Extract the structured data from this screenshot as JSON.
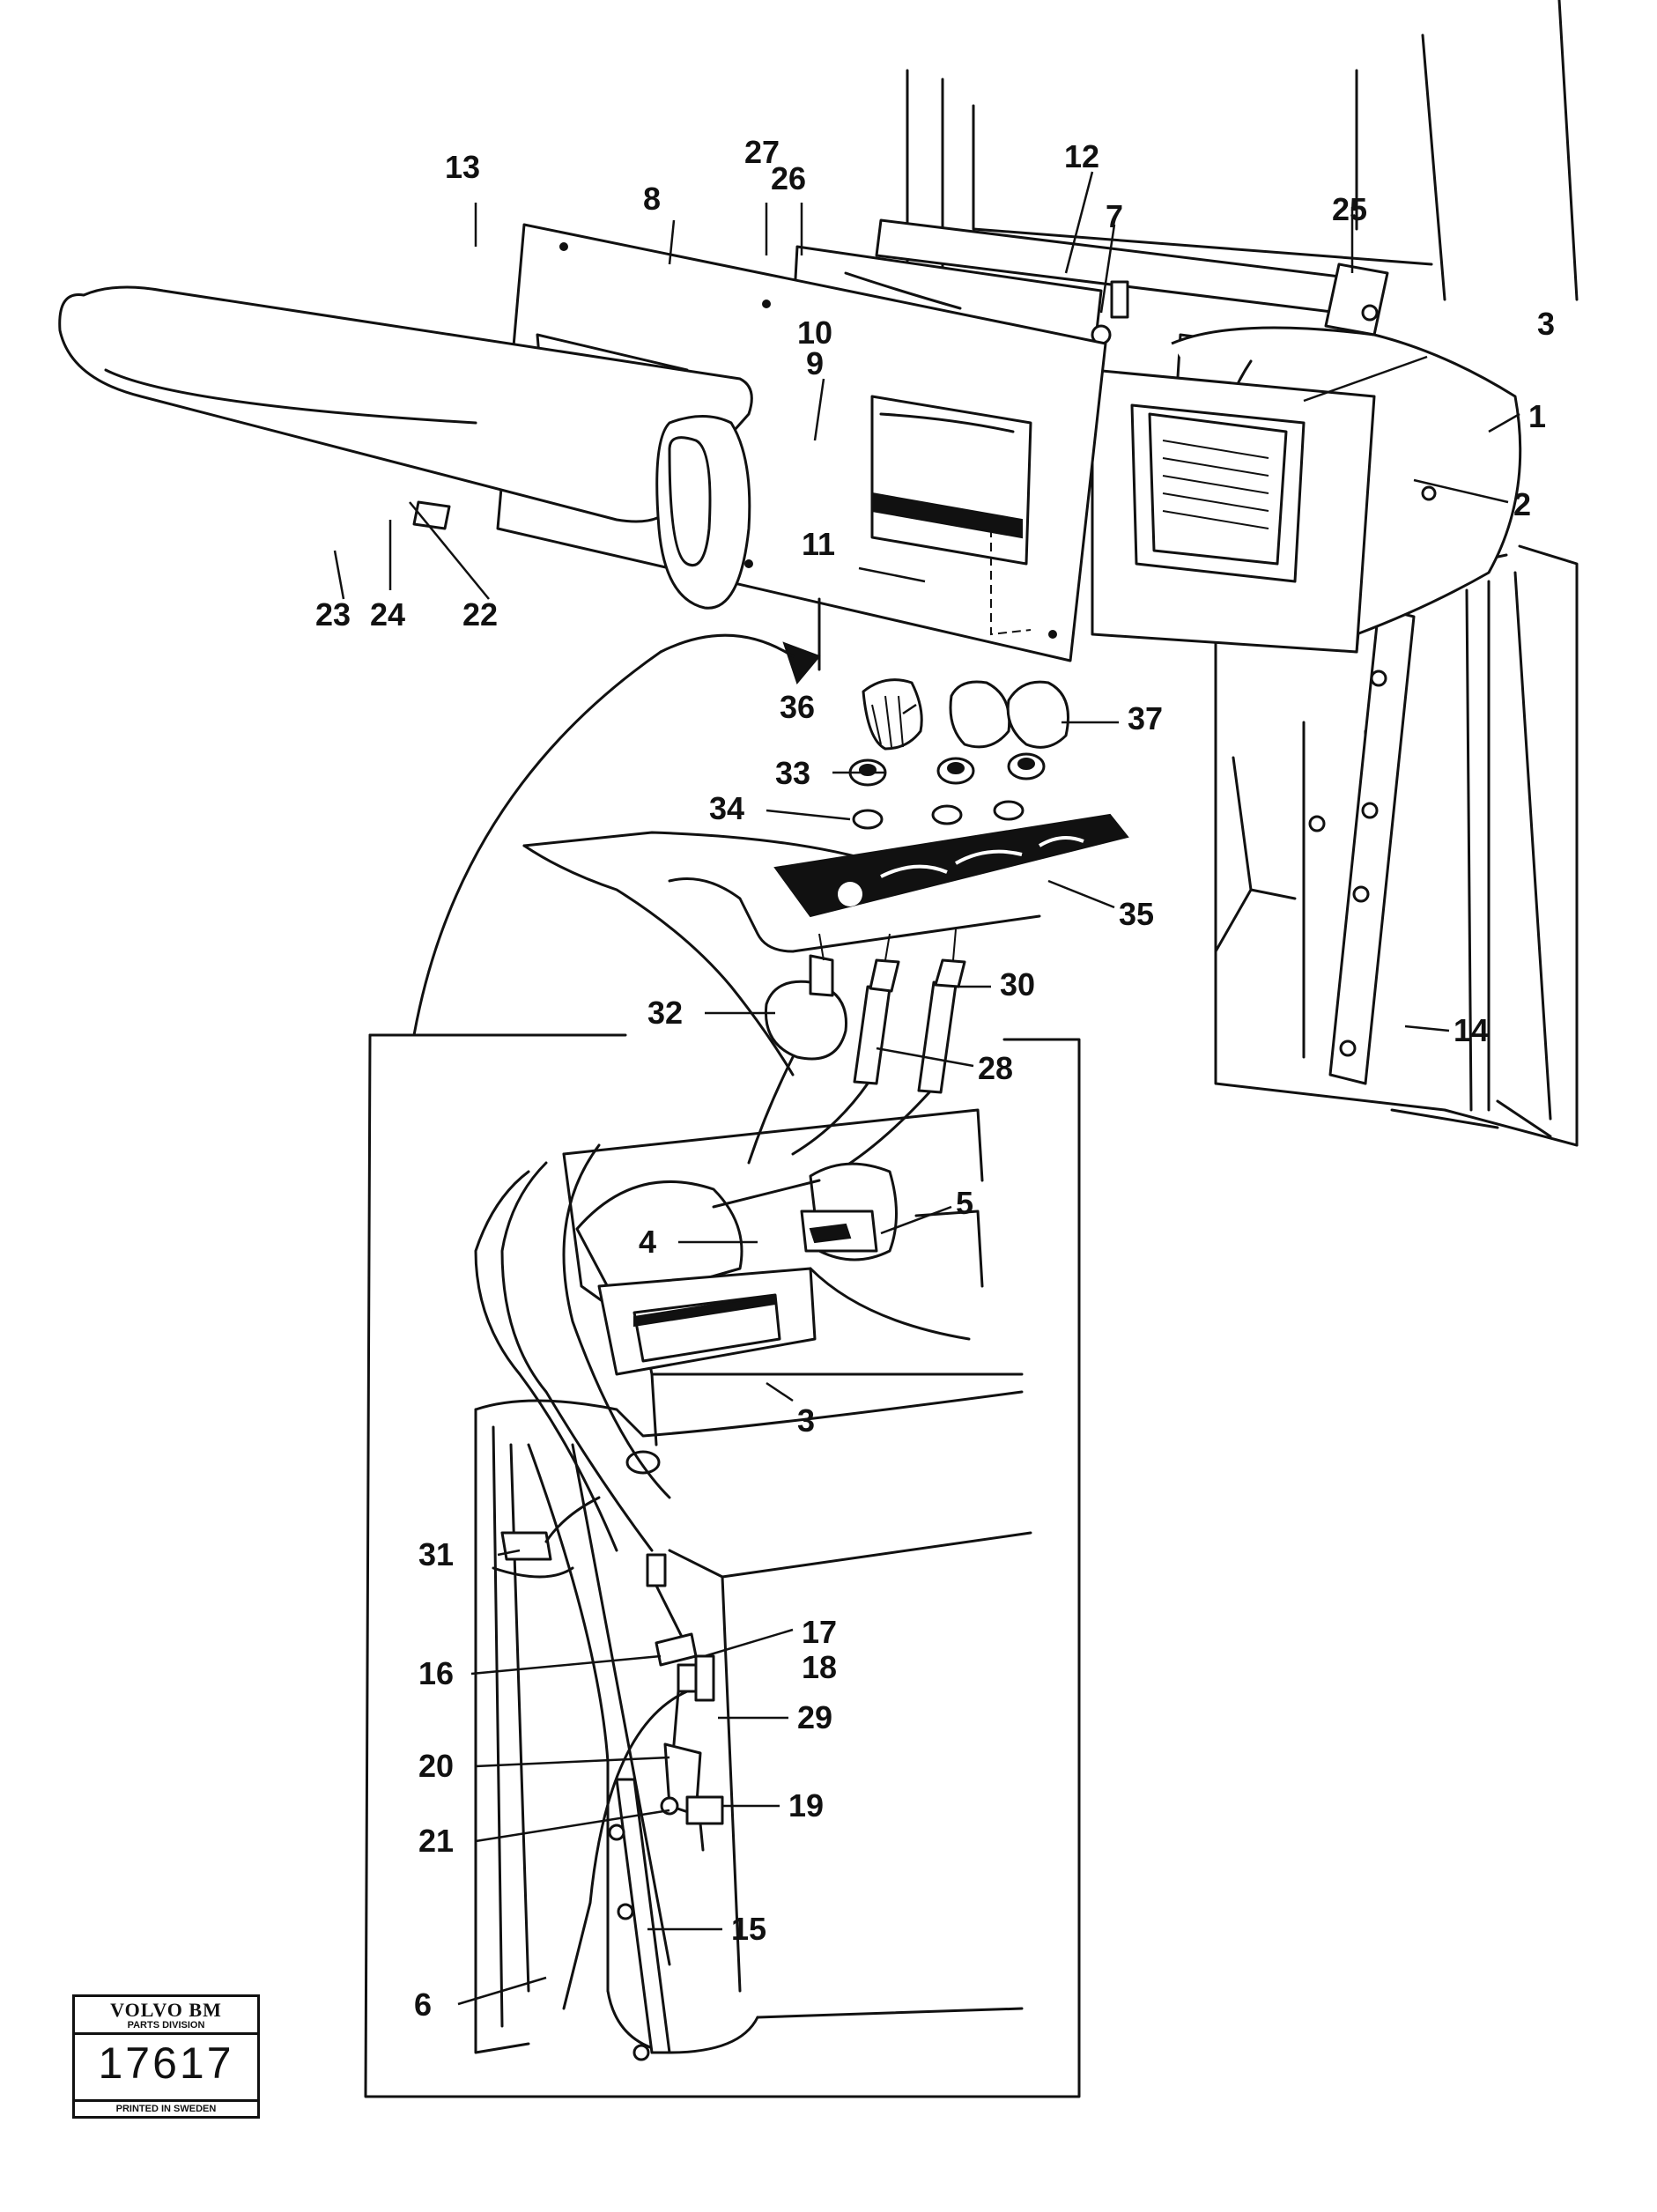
{
  "labels": {
    "l1": "1",
    "l2": "2",
    "l3a": "3",
    "l3b": "3",
    "l4": "4",
    "l5": "5",
    "l6": "6",
    "l7": "7",
    "l8": "8",
    "l9": "9",
    "l10": "10",
    "l11": "11",
    "l12": "12",
    "l13": "13",
    "l14": "14",
    "l15": "15",
    "l16": "16",
    "l17": "17",
    "l18": "18",
    "l19": "19",
    "l20": "20",
    "l21": "21",
    "l22": "22",
    "l23": "23",
    "l24": "24",
    "l25": "25",
    "l26": "26",
    "l27": "27",
    "l28": "28",
    "l29": "29",
    "l30": "30",
    "l31": "31",
    "l32": "32",
    "l33": "33",
    "l34": "34",
    "l35": "35",
    "l36": "36",
    "l37": "37"
  },
  "stamp": {
    "brand": "VOLVO BM",
    "division": "PARTS DIVISION",
    "number": "17617",
    "footer": "PRINTED IN SWEDEN"
  }
}
